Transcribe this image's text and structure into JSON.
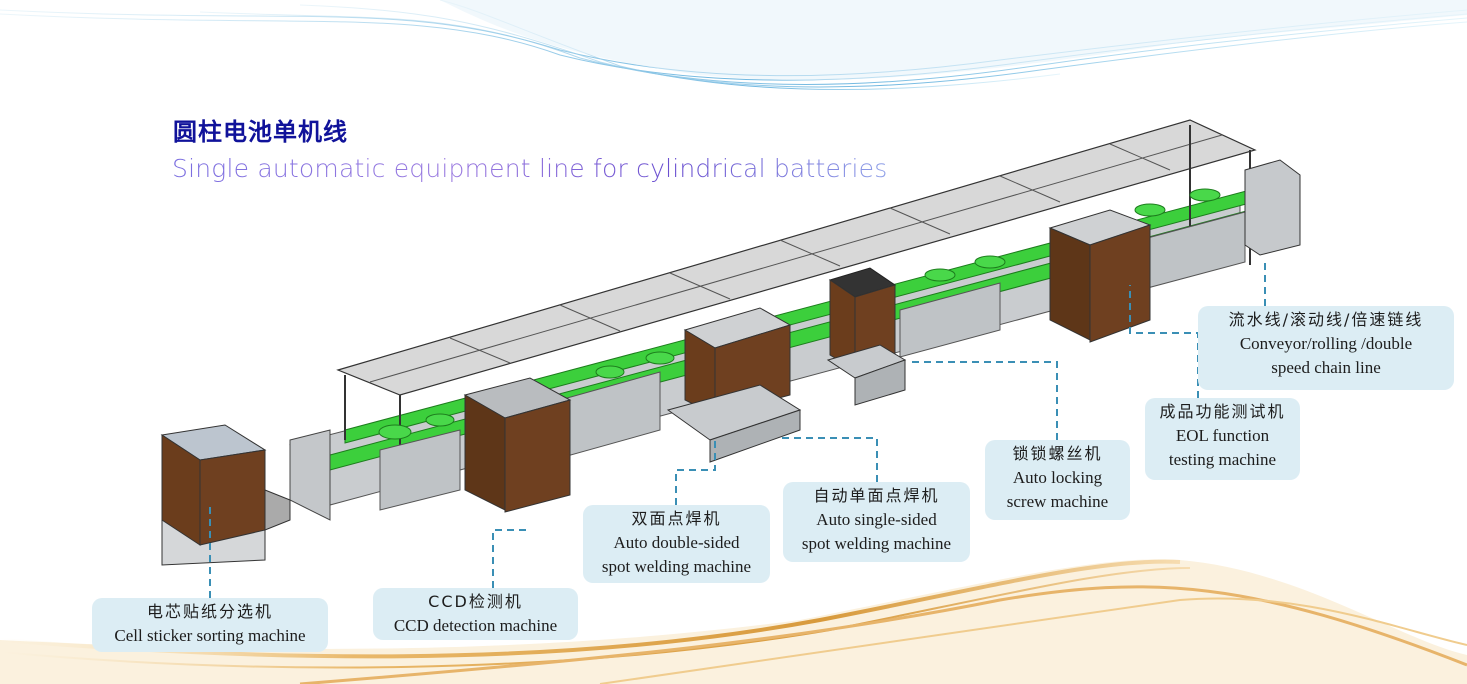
{
  "title": {
    "cn": "圆柱电池单机线",
    "en": "Single automatic equipment line for cylindrical batteries"
  },
  "labels": {
    "cell_sticker": {
      "cn": "电芯贴纸分选机",
      "en": "Cell sticker sorting machine"
    },
    "ccd": {
      "cn": "CCD检测机",
      "en": "CCD detection machine"
    },
    "double_sided": {
      "cn": "双面点焊机",
      "en1": "Auto double-sided",
      "en2": "spot welding machine"
    },
    "single_sided": {
      "cn": "自动单面点焊机",
      "en1": "Auto single-sided",
      "en2": "spot welding machine"
    },
    "locking": {
      "cn": "锁锁螺丝机",
      "en1": "Auto locking",
      "en2": "screw machine"
    },
    "eol": {
      "cn": "成品功能测试机",
      "en1": "EOL function",
      "en2": "testing machine"
    },
    "conveyor": {
      "cn": "流水线/滚动线/倍速链线",
      "en1": "Conveyor/rolling /double",
      "en2": "speed chain line"
    }
  },
  "colors": {
    "title": "#10129a",
    "label_bg": "#dcedf4",
    "connector": "#3a8fb5",
    "conveyor_green": "#3ccf3c",
    "cabinet_brown": "#6b3d1c"
  }
}
